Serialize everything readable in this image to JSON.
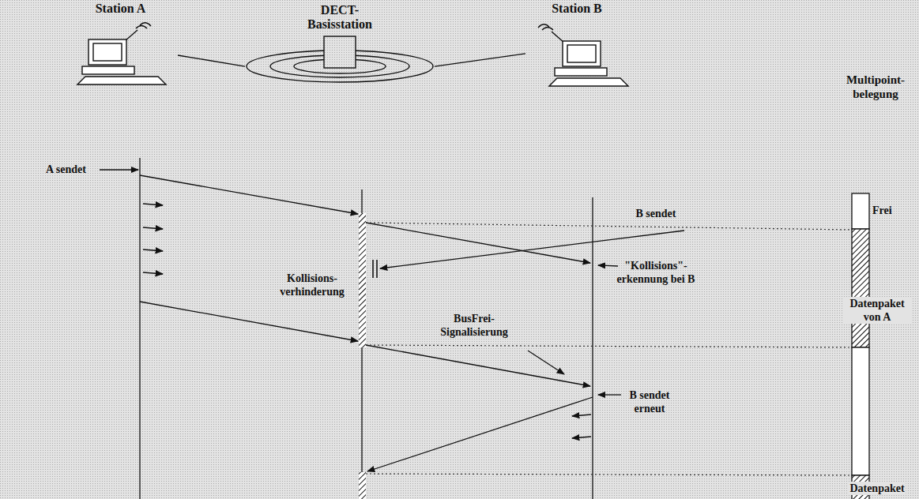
{
  "diagram": {
    "nodes": [
      {
        "text": [
          "Station A"
        ]
      },
      {
        "text": [
          "DECT- Basisstation"
        ]
      },
      {
        "text": [
          "Station B"
        ]
      }
    ],
    "edges": [
      {
        "from": 0,
        "to": 1,
        "arrow": "none"
      },
      {
        "from": 1,
        "to": 2,
        "arrow": "none"
      }
    ],
    "labels": [
      "Multipoint- belegung",
      "A sendet",
      "Frei",
      "B sendet",
      "Kollisions- verhinderung",
      "\"Kollisions\"- erkennung bei B",
      "Datenpaket von A",
      "BusFrei- Signalisierung",
      "B sendet erneut",
      "Datenpaket"
    ]
  }
}
